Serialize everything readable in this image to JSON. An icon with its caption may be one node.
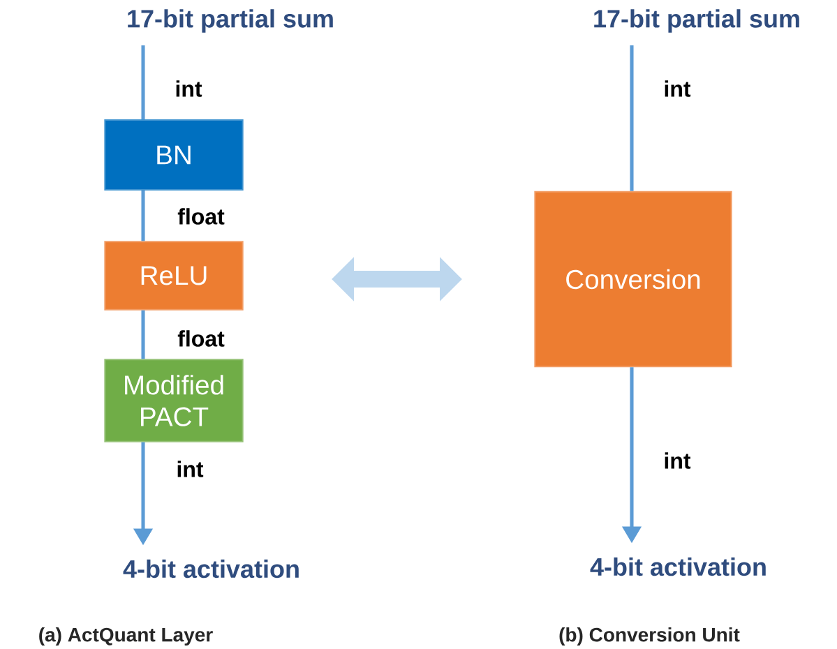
{
  "diagram": {
    "nodes": [
      {
        "text": [
          "17-bit partial sum"
        ]
      },
      {
        "text": [
          "BN"
        ]
      },
      {
        "text": [
          "ReLU"
        ]
      },
      {
        "text": [
          "Modified PACT"
        ]
      },
      {
        "text": [
          "4-bit activation"
        ]
      },
      {
        "text": [
          "17-bit partial sum"
        ]
      },
      {
        "text": [
          "Conversion"
        ]
      },
      {
        "text": [
          "4-bit activation"
        ]
      }
    ],
    "edges": [
      {
        "from": 0,
        "to": 1,
        "arrow": "none",
        "label": "int"
      },
      {
        "from": 1,
        "to": 2,
        "arrow": "none",
        "label": "float"
      },
      {
        "from": 2,
        "to": 3,
        "arrow": "none",
        "label": "float"
      },
      {
        "from": 3,
        "to": 4,
        "arrow": "to",
        "label": "int"
      },
      {
        "from": 5,
        "to": 6,
        "arrow": "none",
        "label": "int"
      },
      {
        "from": 6,
        "to": 7,
        "arrow": "to",
        "label": "int"
      }
    ],
    "labels": [
      "(a) ActQuant Layer",
      "(b) Conversion Unit"
    ]
  }
}
